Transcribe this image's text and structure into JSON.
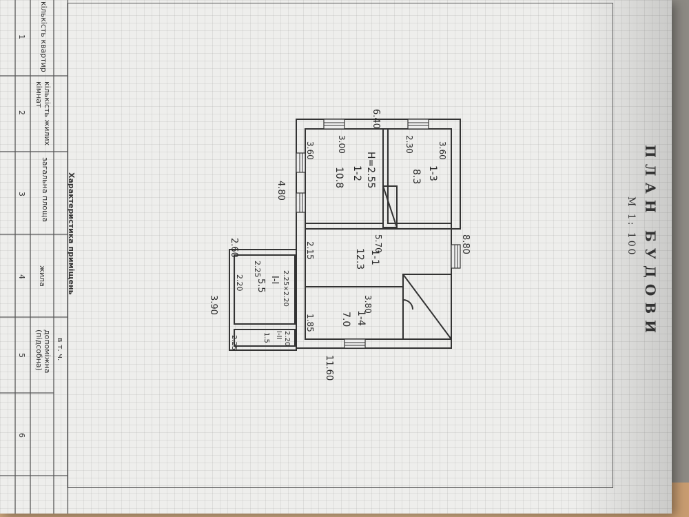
{
  "sheet": {
    "title": "ПЛАН БУДОВИ",
    "scale": "М 1: 100"
  },
  "table": {
    "header": "Характеристика приміщень",
    "subheader": "в т. ч.",
    "columns": [
      {
        "label": "кількість квартир",
        "num": "1"
      },
      {
        "label": "кількість жилих кімнат",
        "num": "2"
      },
      {
        "label": "загальна площа",
        "num": "3"
      },
      {
        "label": "жила",
        "num": "4"
      },
      {
        "label": "допоміжна (підсобна)",
        "num": "5"
      },
      {
        "label": "",
        "num": "6"
      }
    ]
  },
  "plan": {
    "dims": {
      "top": "6.40",
      "left_upper": "4.80",
      "right": "8.80",
      "bottom": "11.60",
      "annex_top": "2.60",
      "annex_left": "3.90",
      "annex_small": "2.25",
      "annex_width": "2.20",
      "r1_width": "3.00",
      "r1_depth": "3.60",
      "r3_width": "2.30",
      "r3_depth": "3.60",
      "hall_width": "5.70",
      "hall_depth": "2.15",
      "r4_width": "3.80",
      "r4_depth": "1.85",
      "annex_room": "2.25",
      "annex_room2": "2.20"
    },
    "rooms": {
      "r1_id": "1-2",
      "r1_area": "10.8",
      "r1_height": "H=2.55",
      "r3_id": "1-3",
      "r3_area": "8.3",
      "hall_id": "1-1",
      "hall_area": "12.3",
      "r4_id": "1-4",
      "r4_area": "7.0",
      "annex_id": "I-I",
      "annex_area": "5.5",
      "annex_note": "2.25×2.20",
      "small_id": "I-II",
      "small_area": "1.5"
    }
  }
}
